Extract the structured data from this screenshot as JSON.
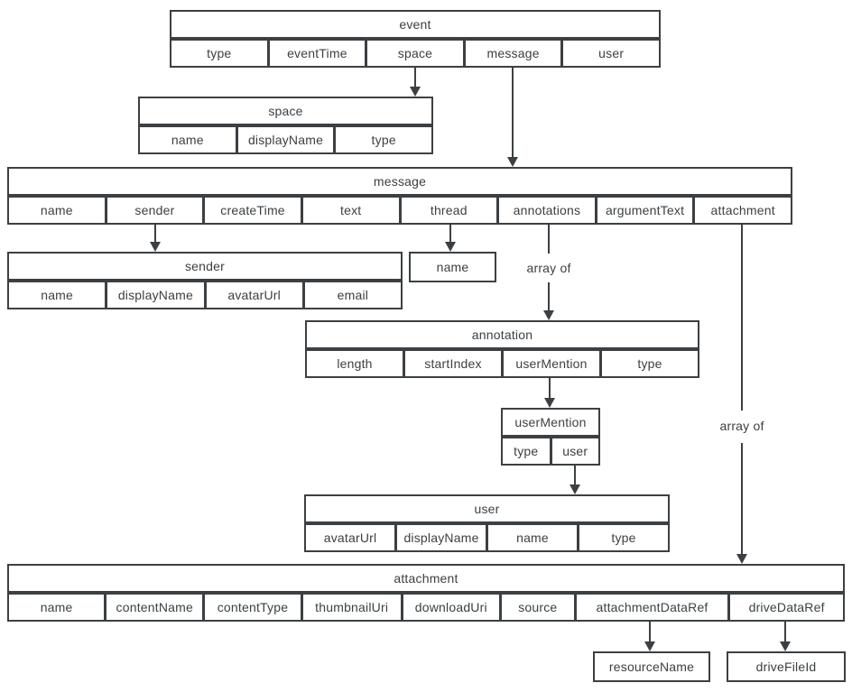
{
  "diagram": {
    "background_color": "#ffffff",
    "line_color": "#3c4043",
    "text_color": "#3c4043",
    "tables": {
      "event": {
        "title": "event",
        "fields": [
          "type",
          "eventTime",
          "space",
          "message",
          "user"
        ]
      },
      "space": {
        "title": "space",
        "fields": [
          "name",
          "displayName",
          "type"
        ]
      },
      "message": {
        "title": "message",
        "fields": [
          "name",
          "sender",
          "createTime",
          "text",
          "thread",
          "annotations",
          "argumentText",
          "attachment"
        ]
      },
      "sender": {
        "title": "sender",
        "fields": [
          "name",
          "displayName",
          "avatarUrl",
          "email"
        ]
      },
      "thread_name": {
        "title": "name"
      },
      "annotation": {
        "title": "annotation",
        "fields": [
          "length",
          "startIndex",
          "userMention",
          "type"
        ]
      },
      "userMention": {
        "title": "userMention",
        "fields": [
          "type",
          "user"
        ]
      },
      "user": {
        "title": "user",
        "fields": [
          "avatarUrl",
          "displayName",
          "name",
          "type"
        ]
      },
      "attachment": {
        "title": "attachment",
        "fields": [
          "name",
          "contentName",
          "contentType",
          "thumbnailUri",
          "downloadUri",
          "source",
          "attachmentDataRef",
          "driveDataRef"
        ]
      },
      "resourceName": {
        "title": "resourceName"
      },
      "driveFileId": {
        "title": "driveFileId"
      }
    },
    "edge_labels": {
      "annotations_array": "array of",
      "attachment_array": "array of"
    }
  }
}
